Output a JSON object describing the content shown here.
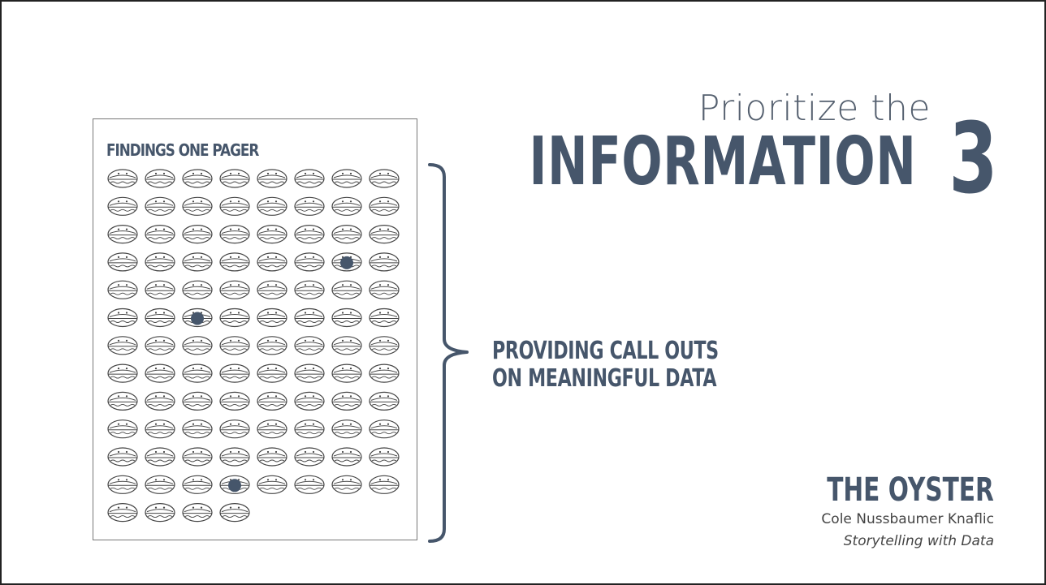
{
  "slide": {
    "kicker": "Prioritize the",
    "headline": "INFORMATION",
    "number": "3"
  },
  "panel": {
    "title": "FINDINGS ONE PAGER",
    "grid": {
      "columns": 8,
      "total_items": 100,
      "pearl_item_indices": [
        30,
        42,
        91
      ],
      "item_icon": "oyster-icon",
      "pearl_icon": "pearl-icon"
    }
  },
  "callout": {
    "lines": [
      "PROVIDING CALL OUTS",
      "ON MEANINGFUL DATA"
    ]
  },
  "credit": {
    "title": "THE OYSTER",
    "author": "Cole Nussbaumer Knaflic",
    "book": "Storytelling with Data"
  },
  "colors": {
    "accent": "#46566b",
    "outline": "#444444",
    "frame": "#222222"
  }
}
